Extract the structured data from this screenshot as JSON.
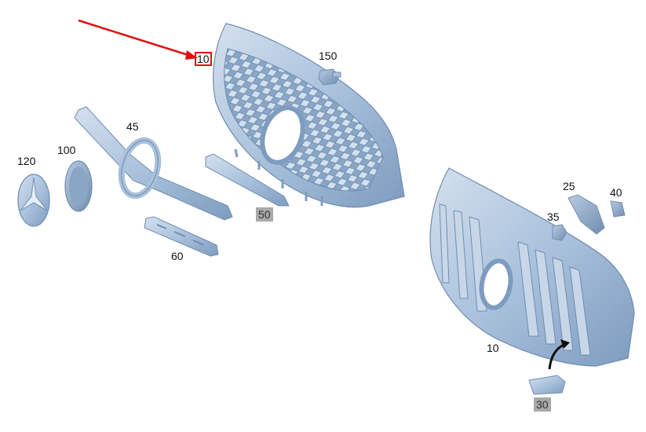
{
  "diagram": {
    "accent_color": "#e01010",
    "part_color": "#a9c1dc",
    "highlight_color": "#a9a9a9",
    "labels": {
      "p10_top": "10",
      "p150": "150",
      "p45": "45",
      "p120": "120",
      "p100": "100",
      "p50": "50",
      "p60": "60",
      "p25": "25",
      "p40": "40",
      "p35": "35",
      "p10_bottom": "10",
      "p30": "30"
    }
  }
}
